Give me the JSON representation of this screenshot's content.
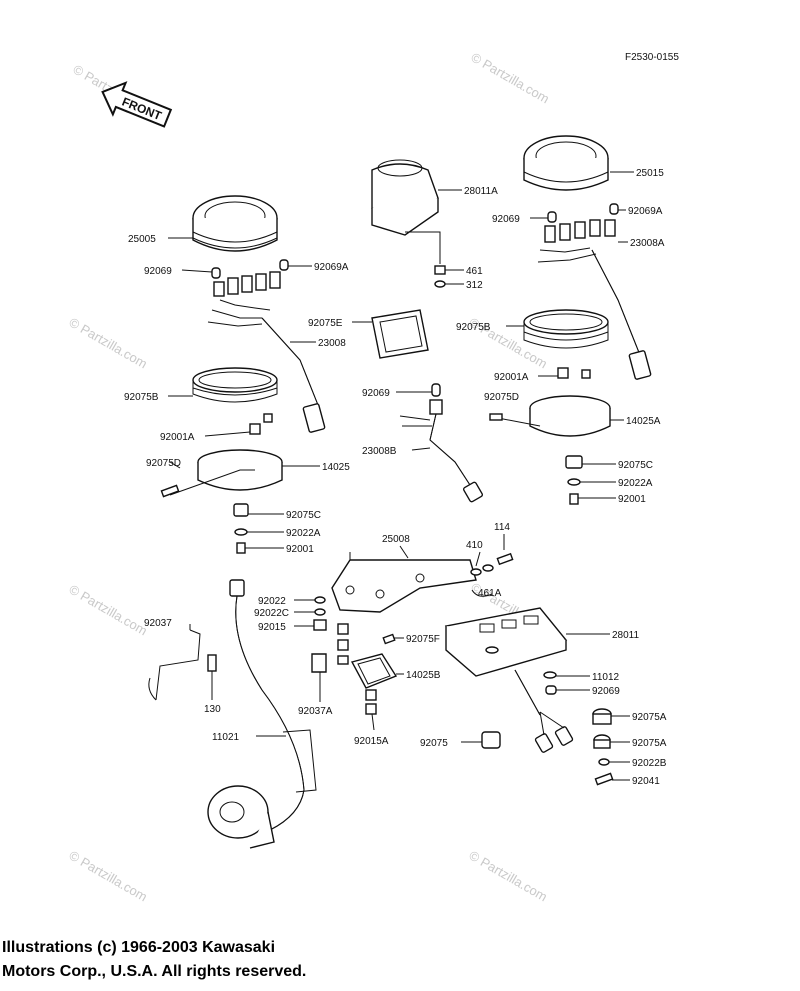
{
  "figure_code": "F2530-0155",
  "front_label": "FRONT",
  "labels": {
    "p25005": "25005",
    "p92069_left": "92069",
    "p92069A_left": "92069A",
    "p23008": "23008",
    "p92075B_left": "92075B",
    "p92001A_left": "92001A",
    "p92075D_left": "92075D",
    "p14025": "14025",
    "p92075C_left": "92075C",
    "p92022A_left": "92022A",
    "p92001_left": "92001",
    "p28011A": "28011A",
    "p461": "461",
    "p312": "312",
    "p92075E": "92075E",
    "p92069_mid": "92069",
    "p23008B": "23008B",
    "p25015": "25015",
    "p92069_right": "92069",
    "p92069A_right": "92069A",
    "p23008A": "23008A",
    "p92075B_right": "92075B",
    "p92001A_right": "92001A",
    "p92075D_right": "92075D",
    "p14025A": "14025A",
    "p92075C_right": "92075C",
    "p92022A_right": "92022A",
    "p92001_right": "92001",
    "p25008": "25008",
    "p114": "114",
    "p410": "410",
    "p461A": "461A",
    "p92022": "92022",
    "p92022C": "92022C",
    "p92015": "92015",
    "p92075F": "92075F",
    "p14025B": "14025B",
    "p92037A": "92037A",
    "p92015A": "92015A",
    "p28011": "28011",
    "p11012": "11012",
    "p92069_bottom": "92069",
    "p92037": "92037",
    "p130": "130",
    "p11021": "11021",
    "p92075": "92075",
    "p92075A_1": "92075A",
    "p92075A_2": "92075A",
    "p92022B": "92022B",
    "p92041": "92041"
  },
  "watermark": "© Partzilla.com",
  "copyright": {
    "line1": "Illustrations (c) 1966-2003 Kawasaki",
    "line2": "Motors Corp., U.S.A.  All rights reserved."
  }
}
